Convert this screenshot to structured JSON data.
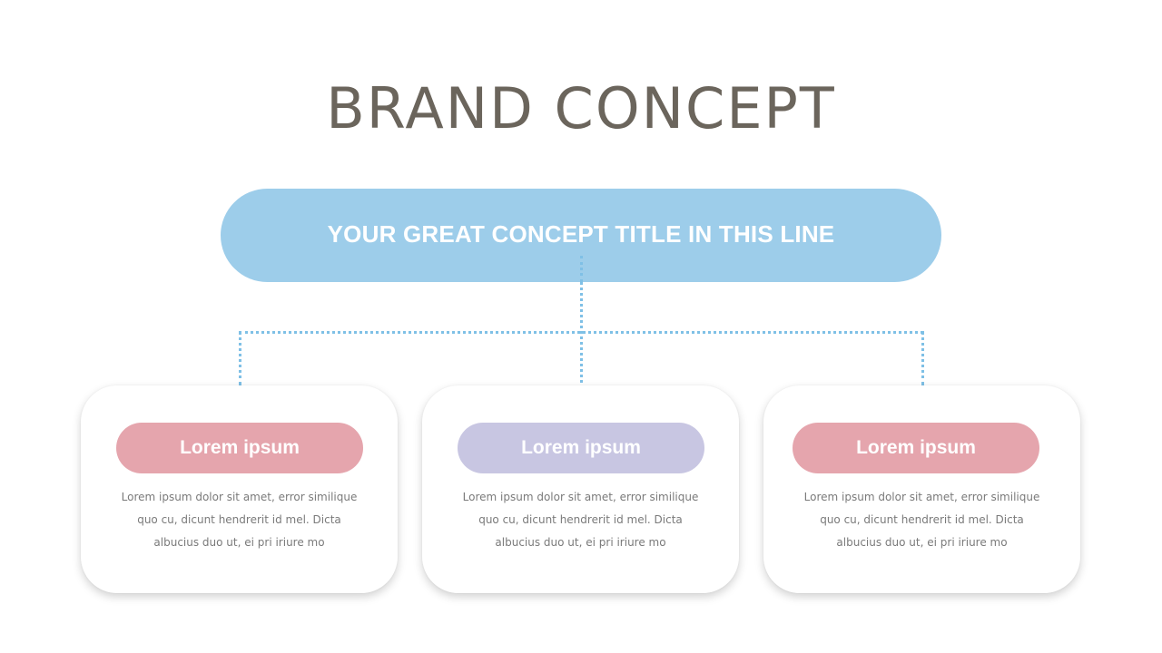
{
  "slide": {
    "title": "BRAND CONCEPT",
    "background_color": "#ffffff",
    "title_color": "#6b655c"
  },
  "concept": {
    "label": "YOUR GREAT CONCEPT TITLE IN THIS LINE",
    "color": "#9dcdea"
  },
  "connector": {
    "style": "dotted",
    "color": "#7fc0e6"
  },
  "cards": [
    {
      "heading": "Lorem ipsum",
      "heading_color": "#e5a5ad",
      "body_lines": [
        "Lorem ipsum  dolor sit amet, error similique",
        "quo cu, dicunt hendrerit id mel. Dicta",
        "albucius  duo ut, ei pri iriure mo"
      ]
    },
    {
      "heading": "Lorem ipsum",
      "heading_color": "#c8c6e2",
      "body_lines": [
        "Lorem ipsum  dolor sit amet, error similique",
        "quo cu, dicunt hendrerit id mel. Dicta",
        "albucius  duo ut, ei pri iriure mo"
      ]
    },
    {
      "heading": "Lorem ipsum",
      "heading_color": "#e5a5ad",
      "body_lines": [
        "Lorem ipsum  dolor sit amet, error similique",
        "quo cu, dicunt hendrerit id mel. Dicta",
        "albucius  duo ut, ei pri iriure mo"
      ]
    }
  ]
}
